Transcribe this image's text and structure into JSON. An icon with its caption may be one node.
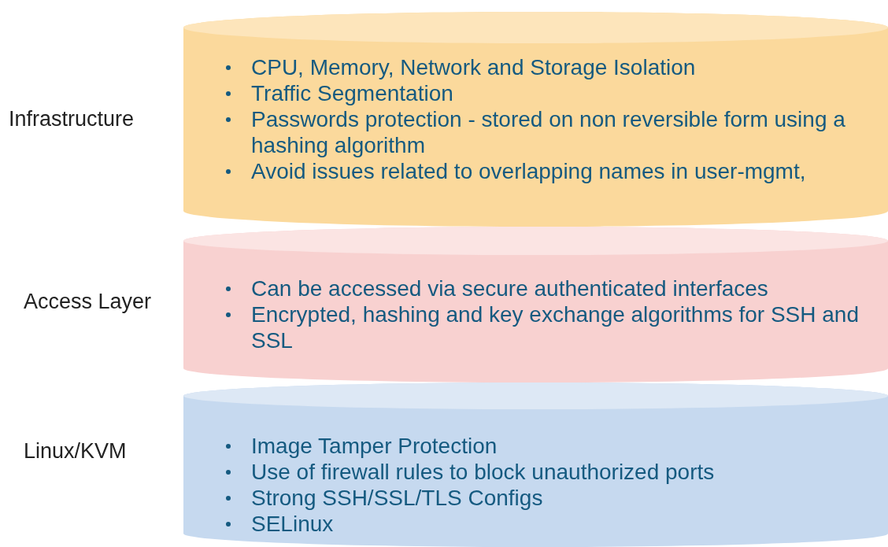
{
  "diagram": {
    "nodes": [
      {
        "text": [
          "CPU, Memory, Network and Storage Isolation",
          "Traffic Segmentation",
          "Passwords protection - stored on non reversible form using a hashing algorithm",
          "Avoid issues related to overlapping names in user-mgmt,"
        ],
        "beside": [
          "Infrastructure"
        ]
      },
      {
        "text": [
          "Can be accessed via secure authenticated interfaces",
          "Encrypted, hashing and key exchange algorithms for SSH and SSL"
        ],
        "beside": [
          "Access Layer"
        ]
      },
      {
        "text": [
          "Image Tamper Protection",
          "Use of firewall rules to block unauthorized ports",
          "Strong SSH/SSL/TLS Configs",
          "SELinux"
        ],
        "beside": [
          "Linux/KVM"
        ]
      }
    ]
  }
}
